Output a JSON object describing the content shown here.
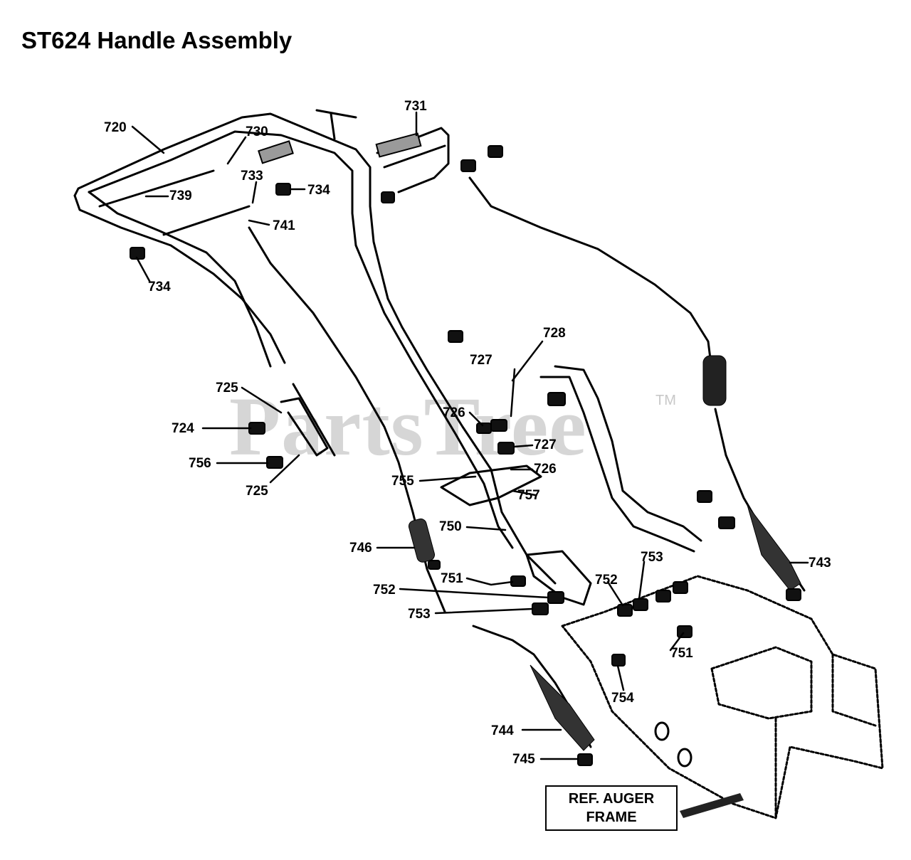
{
  "title": "ST624 Handle Assembly",
  "watermark": {
    "text": "PartsTree",
    "trademark": "TM"
  },
  "reference_box": {
    "line1": "REF. AUGER",
    "line2": "FRAME"
  },
  "callouts": {
    "c720": "720",
    "c730": "730",
    "c731": "731",
    "c733": "733",
    "c734a": "734",
    "c739": "739",
    "c741": "741",
    "c734b": "734",
    "c728": "728",
    "c727a": "727",
    "c725a": "725",
    "c724": "724",
    "c726a": "726",
    "c727b": "727",
    "c756": "756",
    "c726b": "726",
    "c755": "755",
    "c757": "757",
    "c725b": "725",
    "c750": "750",
    "c746": "746",
    "c753a": "753",
    "c743": "743",
    "c751a": "751",
    "c752a": "752",
    "c752b": "752",
    "c753b": "753",
    "c751b": "751",
    "c754": "754",
    "c744": "744",
    "c745": "745"
  }
}
